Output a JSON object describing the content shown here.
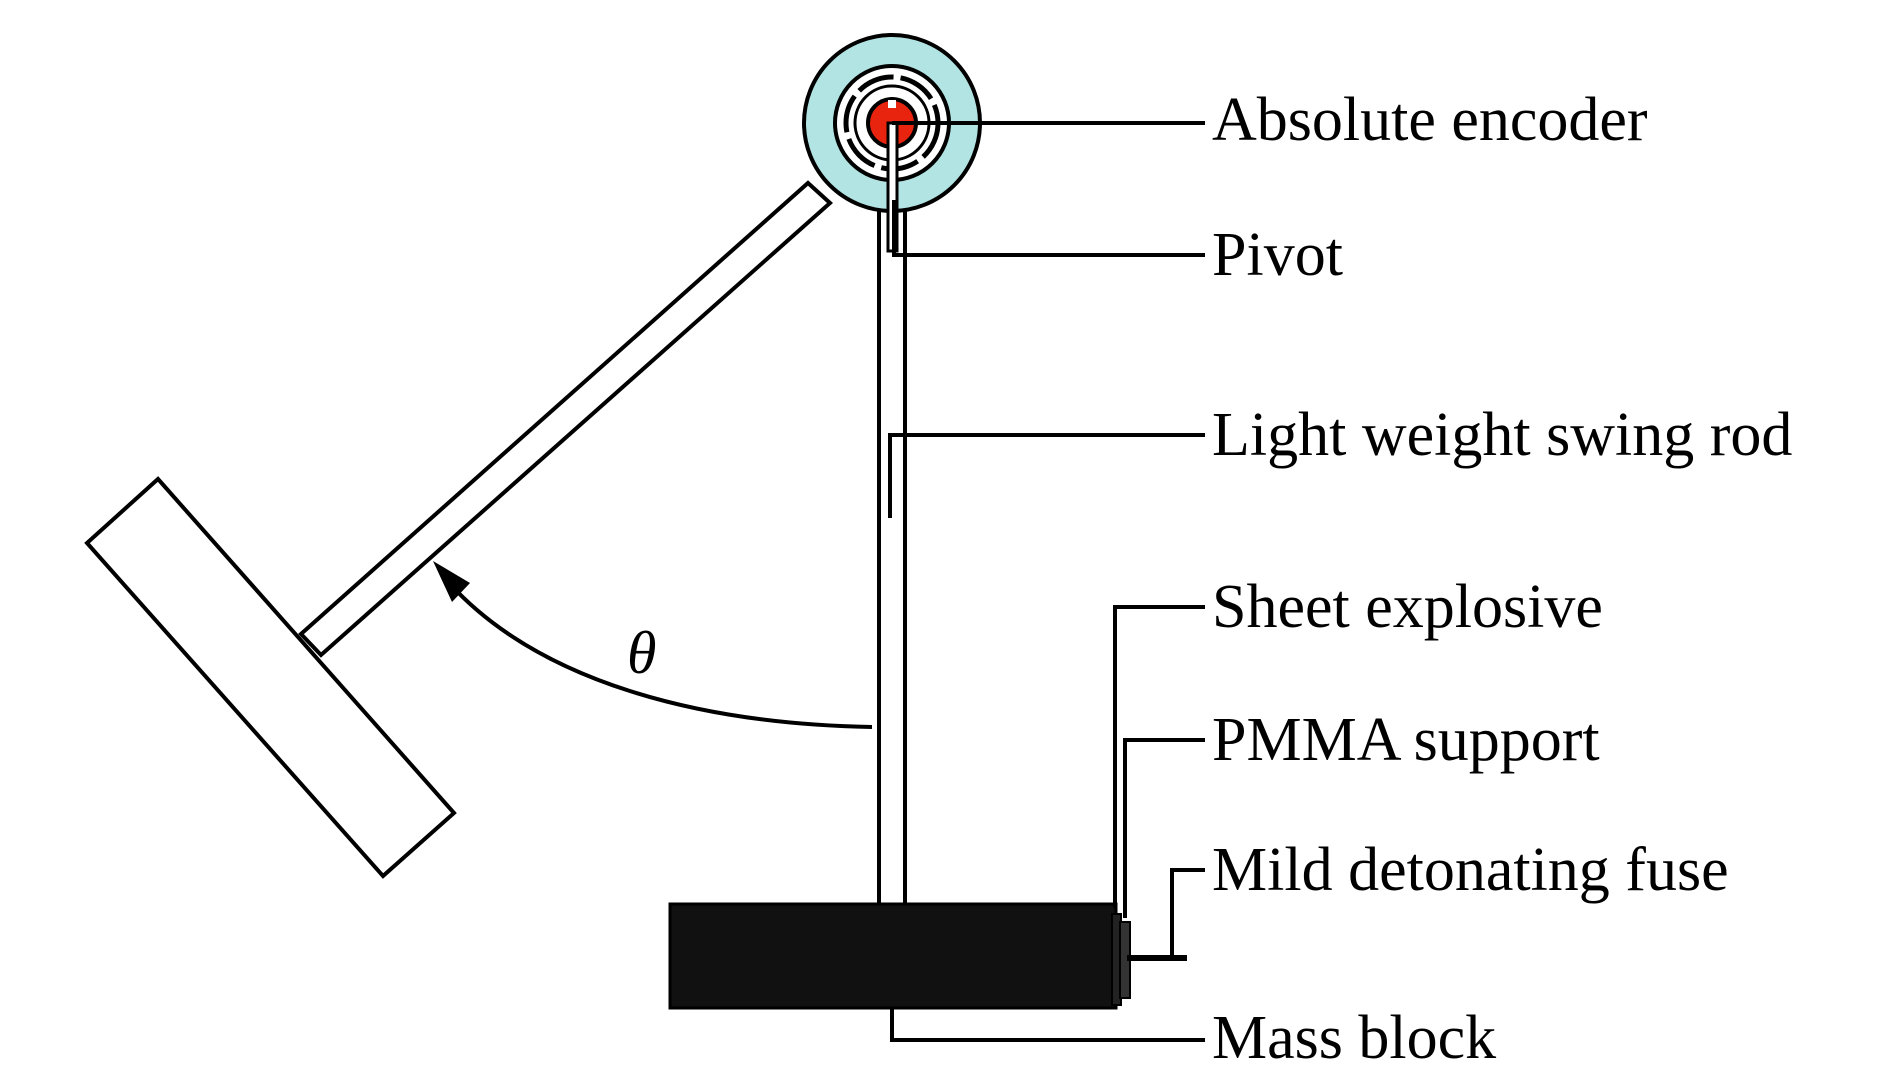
{
  "labels": {
    "absolute_encoder": "Absolute encoder",
    "pivot": "Pivot",
    "swing_rod": "Light weight swing rod",
    "sheet_explosive": "Sheet explosive",
    "pmma_support": "PMMA support",
    "detonating_fuse": "Mild detonating fuse",
    "mass_block": "Mass block"
  },
  "angle_symbol": "θ",
  "colors": {
    "line": "#000000",
    "encoder_ring": "#b3e4e4",
    "encoder_core": "#e8240e",
    "mass_block": "#111111",
    "background": "#ffffff"
  }
}
